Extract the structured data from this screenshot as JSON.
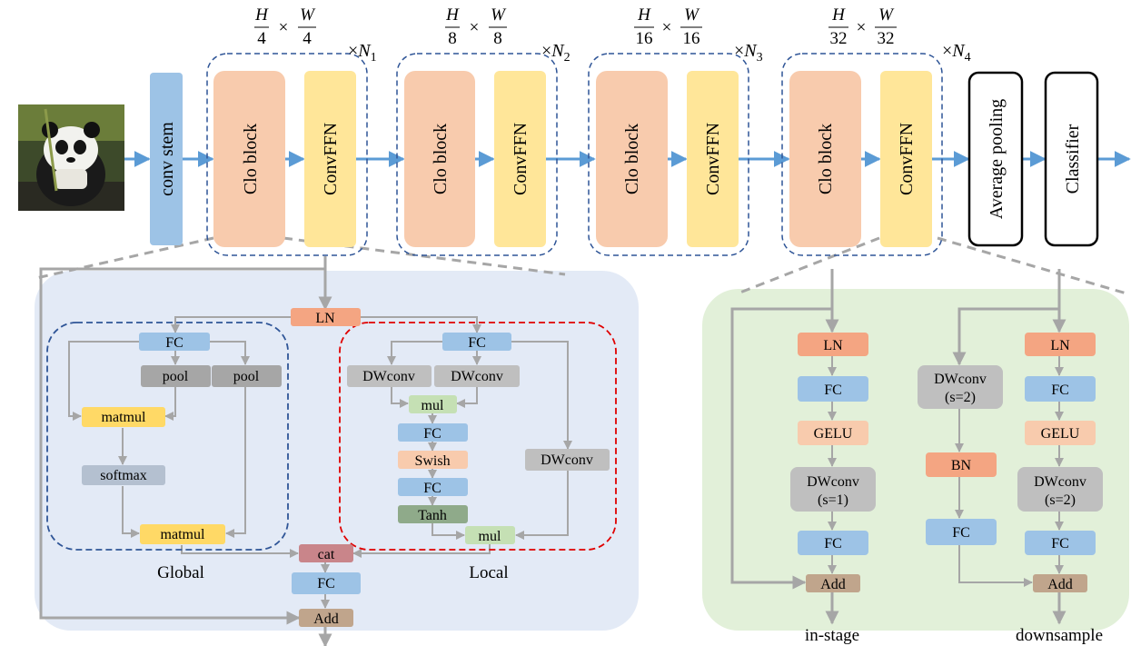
{
  "pipeline": {
    "stem": "conv stem",
    "clo": "Clo block",
    "ffn": "ConvFFN",
    "pool": "Average pooling",
    "classifier": "Classifier",
    "stages": [
      {
        "h": "H",
        "hd": "4",
        "w": "W",
        "wd": "4",
        "n": "N",
        "ni": "1"
      },
      {
        "h": "H",
        "hd": "8",
        "w": "W",
        "wd": "8",
        "n": "N",
        "ni": "2"
      },
      {
        "h": "H",
        "hd": "16",
        "w": "W",
        "wd": "16",
        "n": "N",
        "ni": "3"
      },
      {
        "h": "H",
        "hd": "32",
        "w": "W",
        "wd": "32",
        "n": "N",
        "ni": "4"
      }
    ],
    "times": "×"
  },
  "clo_detail": {
    "ln": "LN",
    "global": {
      "fc": "FC",
      "pool": "pool",
      "matmul": "matmul",
      "softmax": "softmax",
      "label": "Global"
    },
    "local": {
      "fc": "FC",
      "dwconv": "DWconv",
      "mul": "mul",
      "swish": "Swish",
      "tanh": "Tanh",
      "label": "Local"
    },
    "cat": "cat",
    "fc": "FC",
    "add": "Add"
  },
  "ffn_detail": {
    "ln": "LN",
    "fc": "FC",
    "gelu": "GELU",
    "dw1": "DWconv",
    "s1": "(s=1)",
    "dw2": "DWconv",
    "s2": "(s=2)",
    "bn": "BN",
    "add": "Add",
    "in_stage": "in-stage",
    "downsample": "downsample"
  },
  "colors": {
    "blue": "#9dc3e6",
    "orange": "#f8cbad",
    "yellow": "#ffe699",
    "ln": "#f4a582",
    "gray": "#bfbfbf",
    "dgray": "#a6a6a6",
    "green": "#c5e0b4",
    "tanh": "#8faa8a",
    "cat": "#c9858a",
    "add": "#c0a58c",
    "softmax": "#b4c0d0",
    "matmul": "#ffd966",
    "arrow": "#5b9bd5",
    "line": "#a6a6a6"
  }
}
